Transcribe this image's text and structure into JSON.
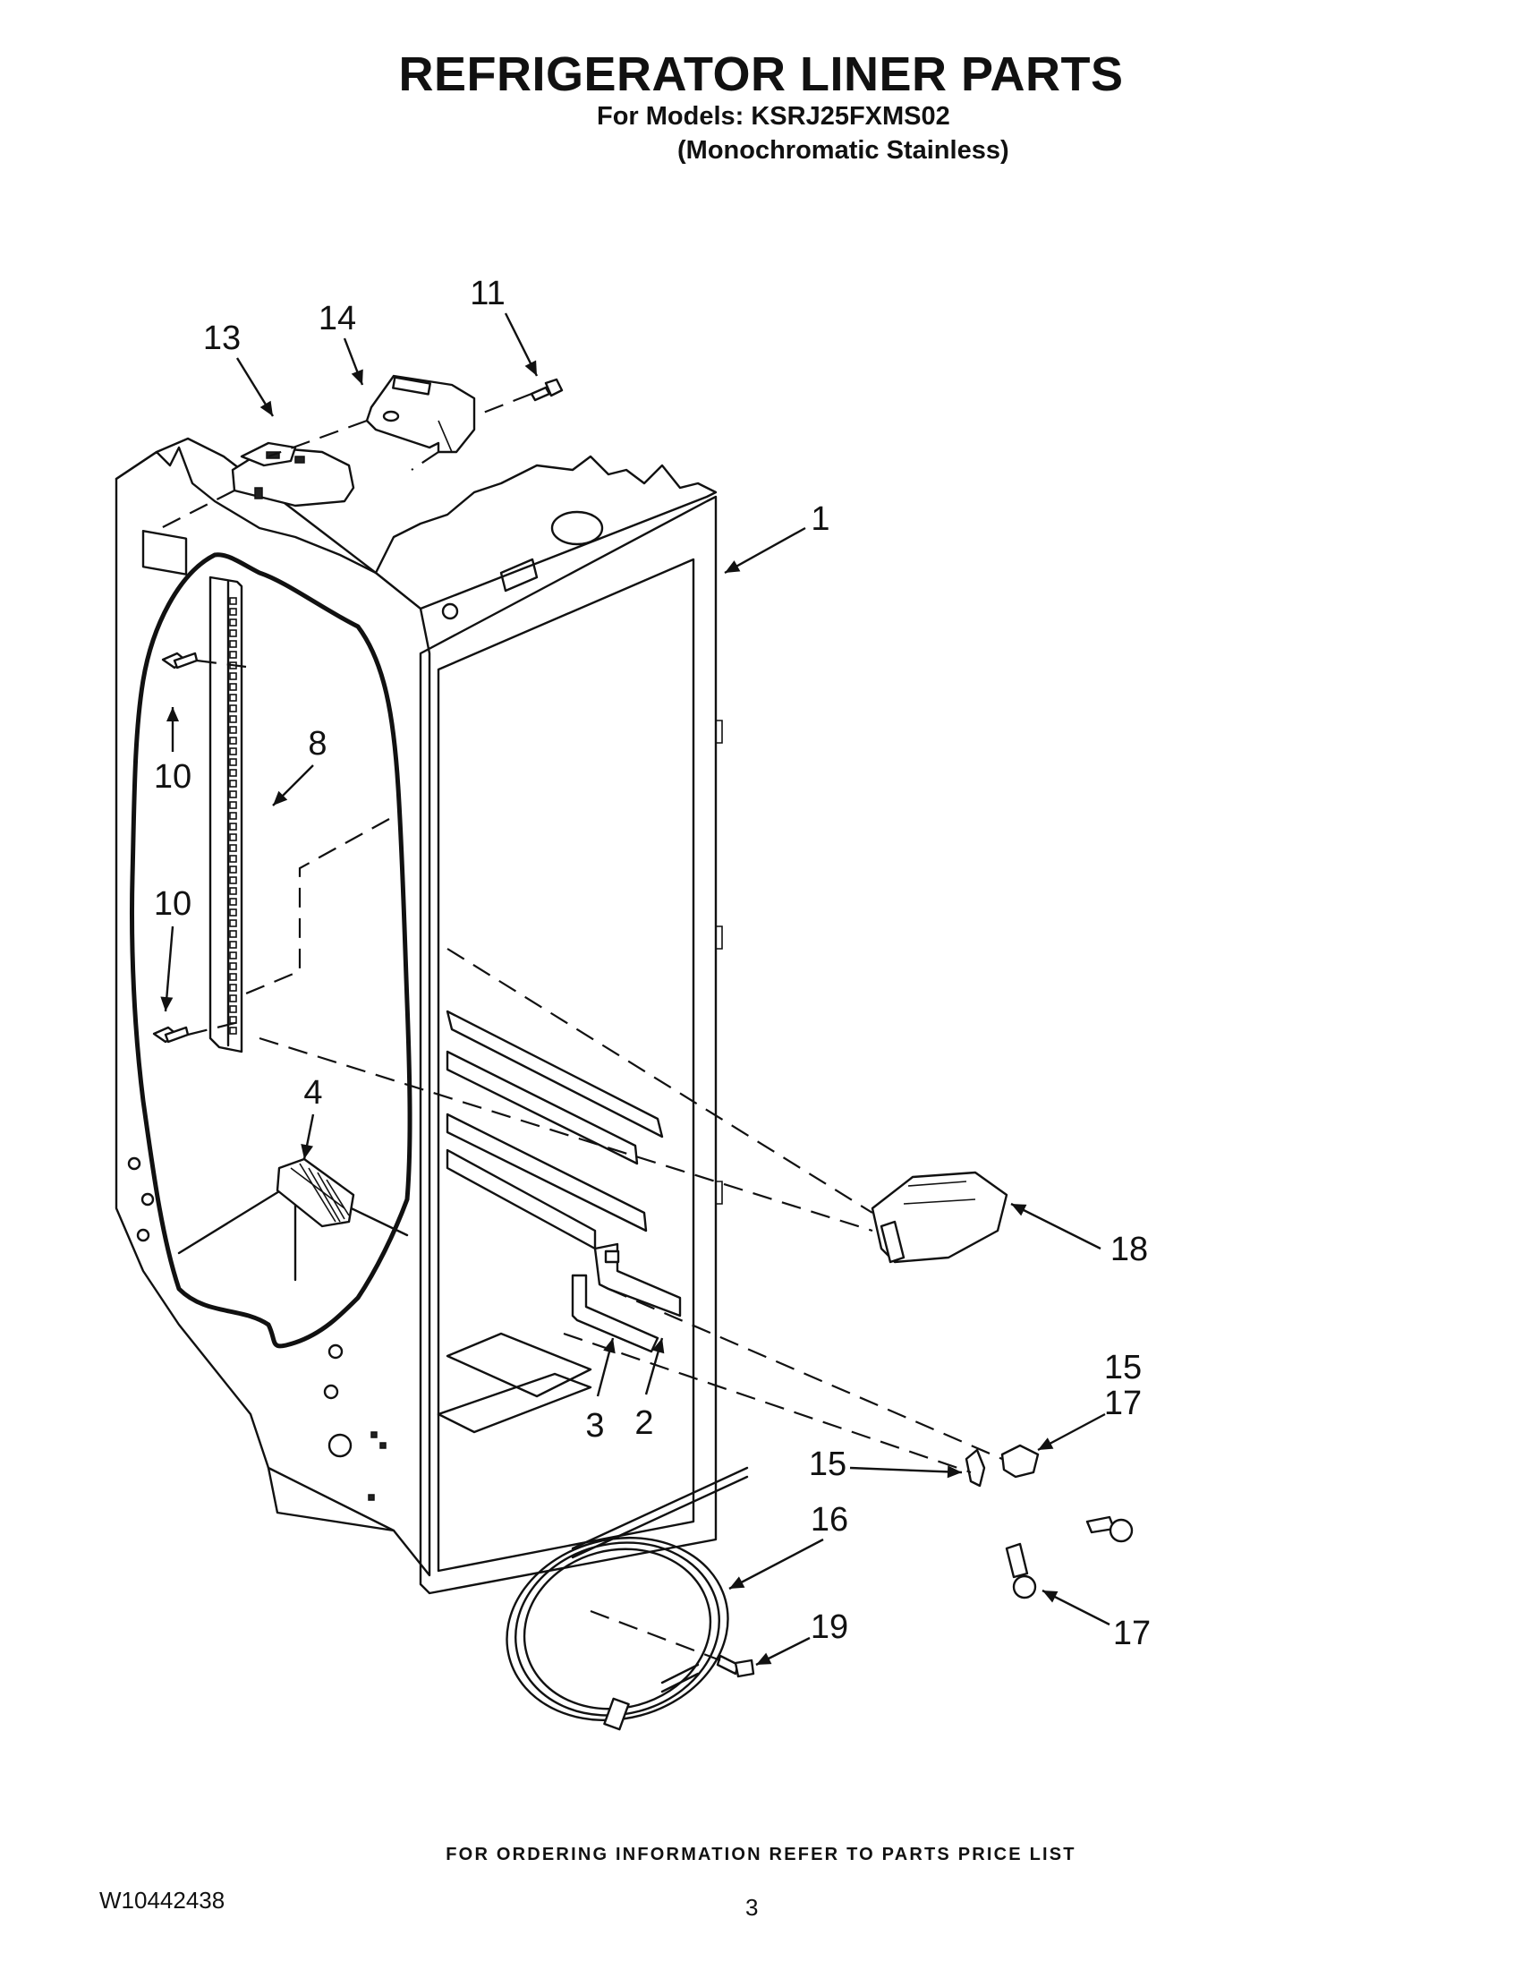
{
  "header": {
    "title": "REFRIGERATOR LINER PARTS",
    "models_label": "For Models:",
    "model": "KSRJ25FXMS02",
    "model_variant": "(Monochromatic Stainless)"
  },
  "callouts": [
    "1",
    "2",
    "3",
    "4",
    "8",
    "10",
    "10",
    "11",
    "13",
    "14",
    "15",
    "15",
    "17",
    "17",
    "16",
    "18",
    "19"
  ],
  "footer": {
    "ordering_note": "FOR ORDERING INFORMATION REFER TO PARTS PRICE LIST",
    "document_number": "W10442438",
    "page_number": "3"
  }
}
